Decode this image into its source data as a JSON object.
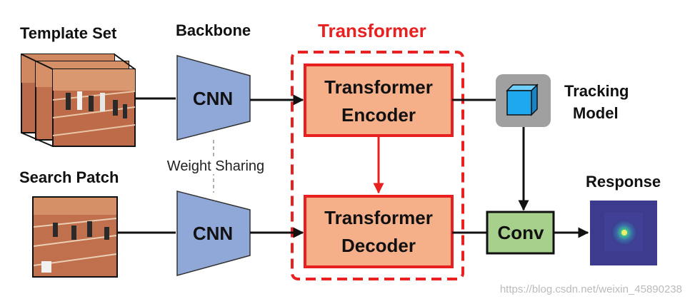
{
  "labels": {
    "template_set": "Template Set",
    "backbone": "Backbone",
    "transformer": "Transformer",
    "search_patch": "Search Patch",
    "tracking_model_line1": "Tracking",
    "tracking_model_line2": "Model",
    "response": "Response",
    "weight_sharing": "Weight Sharing"
  },
  "nodes": {
    "cnn_top": "CNN",
    "cnn_bottom": "CNN",
    "encoder_line1": "Transformer",
    "encoder_line2": "Encoder",
    "decoder_line1": "Transformer",
    "decoder_line2": "Decoder",
    "conv": "Conv"
  },
  "watermark": "https://blog.csdn.net/weixin_45890238",
  "colors": {
    "cnn_fill": "#8fa8d8",
    "transformer_fill": "#f5b08a",
    "transformer_border": "#e82020",
    "conv_fill": "#a8d08d",
    "tracking_box": "#a0a0a0",
    "cube": "#1ea8f0",
    "response_bg": "#3d3b8e",
    "transformer_title": "#e82020"
  },
  "icons": {
    "tracking_model": "cube-icon",
    "template_images": "stacked-photo-icon",
    "search_image": "photo-icon",
    "response_map": "heatmap-icon"
  }
}
